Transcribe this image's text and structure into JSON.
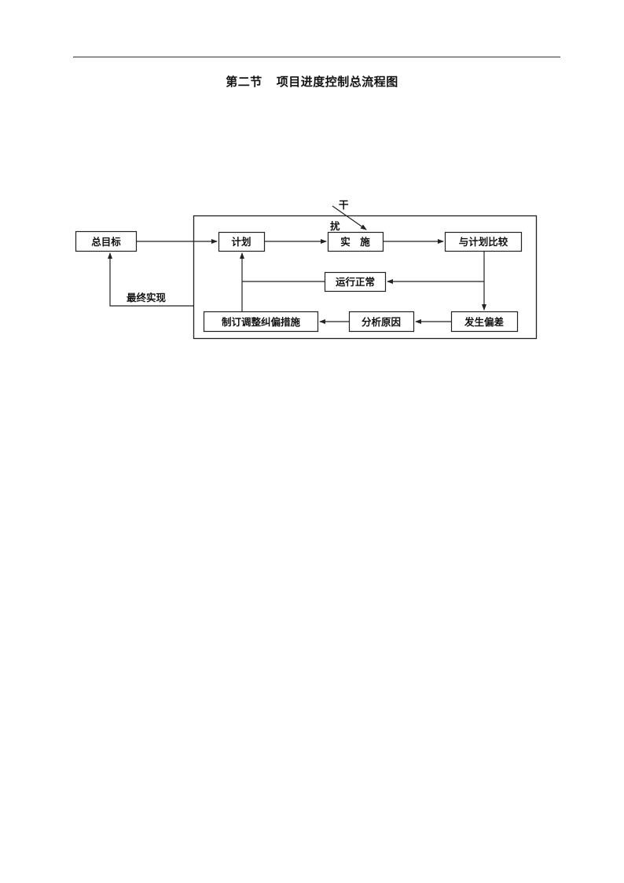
{
  "page": {
    "section_title": "第二节",
    "title": "项目进度控制总流程图"
  },
  "diagram": {
    "nodes": {
      "goal": "总目标",
      "plan": "计划",
      "implement": "实　施",
      "compare": "与计划比较",
      "normal": "运行正常",
      "deviation": "发生偏差",
      "analyze": "分析原因",
      "corrective": "制订调整纠偏措施"
    },
    "labels": {
      "interference_1": "干",
      "interference_2": "扰",
      "final_realization": "最终实现"
    }
  }
}
